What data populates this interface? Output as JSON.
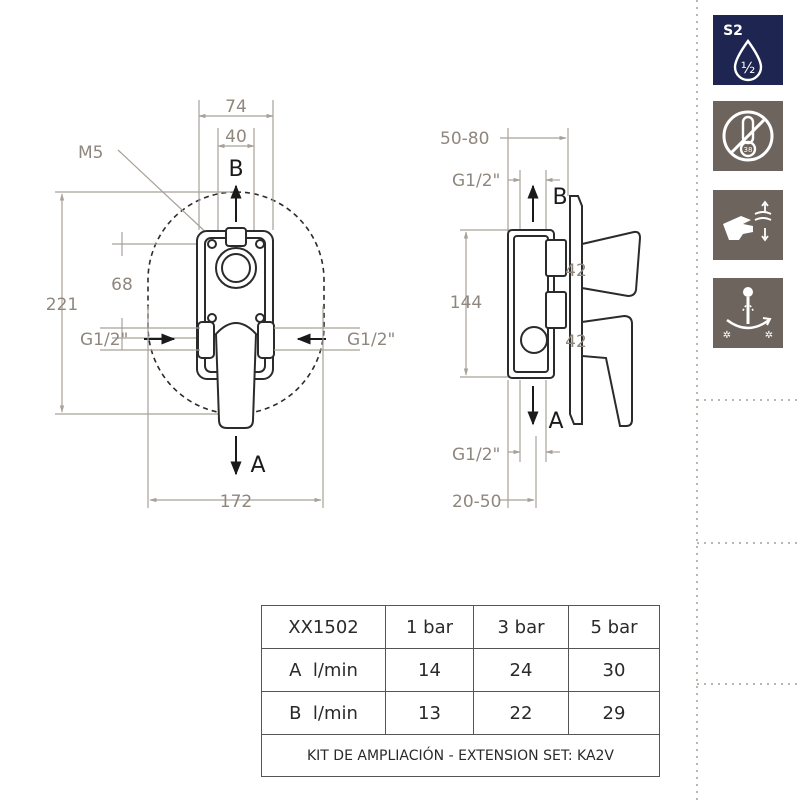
{
  "colors": {
    "icon_navy": "#1e2550",
    "icon_gray": "#6d645d",
    "dimension": "#8f877e",
    "outline": "#2b2b2b"
  },
  "front_view": {
    "dim_74": "74",
    "dim_40": "40",
    "m5": "M5",
    "dim_221": "221",
    "dim_68": "68",
    "inlet_left": "G1/2\"",
    "inlet_right": "G1/2\"",
    "outlet_b": "B",
    "outlet_a": "A",
    "dim_172": "172"
  },
  "side_view": {
    "dim_50_80": "50-80",
    "thread_top": "G1/2\"",
    "outlet_b": "B",
    "dim_144": "144",
    "dim_42_top": "42",
    "dim_42_bottom": "42",
    "outlet_a": "A",
    "thread_bottom": "G1/2\"",
    "dim_20_50": "20-50"
  },
  "table": {
    "header": [
      "XX1502",
      "1 bar",
      "3 bar",
      "5 bar"
    ],
    "rows": [
      [
        "A  l/min",
        "14",
        "24",
        "30"
      ],
      [
        "B  l/min",
        "13",
        "22",
        "29"
      ]
    ],
    "footer": "KIT DE AMPLIACIÓN - EXTENSION SET: KA2V"
  },
  "icons": [
    {
      "name": "s2-half-drop-icon",
      "label": "S2",
      "fraction": "½"
    },
    {
      "name": "no-thermostat-icon",
      "value": "38"
    },
    {
      "name": "hand-flow-icon"
    },
    {
      "name": "shower-diverter-icon"
    }
  ]
}
